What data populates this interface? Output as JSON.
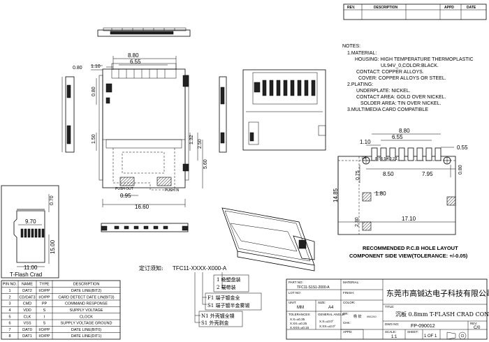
{
  "revision_block": {
    "rev_header": "REV.",
    "description_header": "DESCRIPTION",
    "appd_header": "APPD",
    "date_header": "DATE"
  },
  "notes": {
    "title": "NOTES:",
    "lines": [
      "1.MATERIAL:",
      "HOUSING: HIGH TEMPERATURE THERMOPLASTIC",
      "UL94V_0,COLOR:BLACK.",
      "CONTACT: COPPER ALLOYS.",
      "COVER: COPPER ALLOYS OR STEEL.",
      "2.PLATING:",
      "UNDERPLATE: NICKEL.",
      "CONTACT AREA: GOLD OVER NICKEL.",
      "SOLDER AREA: TIN OVER NICKEL.",
      "3.MULTIMEDIA CARD COMPATIBLE"
    ]
  },
  "top_view_dims": {
    "d_880": "8.80",
    "d_655": "6.55",
    "d_110": "1.10",
    "d_080_left": "0.80",
    "d_080_side": "0.80",
    "d_150": "1.50",
    "d_132": "1.32",
    "d_250": "2.50",
    "d_560": "5.60",
    "d_095": "0.95",
    "d_1660": "16.60",
    "push_out": "PUSH OUT",
    "push_in": "PUSH IN"
  },
  "pcb_layout": {
    "d_880": "8.80",
    "d_655": "6.55",
    "d_110": "1.10",
    "d_055": "0.55",
    "d_850": "8.50",
    "d_795": "7.95",
    "d_075": "0.75",
    "d_080": "0.80",
    "d_1485": "14.85",
    "d_180": "1.80",
    "d_230": "2.30",
    "d_1710": "17.10",
    "pin_numbers": "8 7 6 5 4 3 2 1",
    "dummy_label": "D8",
    "caption_line1": "RECOMMENDED P.C.B HOLE LAYOUT",
    "caption_line2": "COMPONENT SIDE VIEW(TOLERANCE: +/-0.05)"
  },
  "card": {
    "d_970": "9.70",
    "d_070": "0.70",
    "d_1500": "15.00",
    "d_1100": "11.00",
    "name": "T-Flash Crad"
  },
  "order_code": {
    "label": "定订须知:",
    "code": "TFC11-XXXX-X000-A",
    "opt1": "1 吸塑盘装",
    "opt2": "2 载带装",
    "opt3": "F1 端子镀金全",
    "opt4": "S1 端子镀半金雾锡",
    "opt5": "N1 外壳镀全镍",
    "opt6": "S1 外壳剥金"
  },
  "pin_table": {
    "headers": [
      "PIN NO.",
      "NAME",
      "TYPE",
      "DESCRIPTION"
    ],
    "rows": [
      [
        "1",
        "DAT2",
        "I/O/PP",
        "DATE LINE(BIT2)"
      ],
      [
        "2",
        "CD/DAT3",
        "I/O/PP",
        "CARD DETECT DATE LIN(BIT3)"
      ],
      [
        "3",
        "CMD",
        "PP",
        "COMMAND RESPONSE"
      ],
      [
        "4",
        "VDD",
        "S",
        "SUPPLY VOLTAGE"
      ],
      [
        "5",
        "CLK",
        "I",
        "CLOCK"
      ],
      [
        "6",
        "VSS",
        "S",
        "SUPPLY VOLTAGE GROUND"
      ],
      [
        "7",
        "DAT0",
        "I/O/PP",
        "DATE LINE(BIT0)"
      ],
      [
        "8",
        "DAT1",
        "I/O/PP",
        "DATE LINE(DIT1)"
      ]
    ]
  },
  "title_block": {
    "part_no_label": "PART NO:",
    "part_no": "TFC11-S1S1-2000-A",
    "material_label": "MATERIAL:",
    "lot_no_label": "LOT NO:",
    "finish_label": "FINISH:",
    "unit_label": "UNIT:",
    "unit": "MM",
    "size_label": "SIZE:",
    "size": "A4",
    "color_label": "COLOR:",
    "company": "东莞市高铖达电子科技有限公司",
    "tolerances_label": "TOLERANCES:",
    "tol1": "X.X=±0.35",
    "tol2": "X.XX=±0.25",
    "tol3": "X.XXX=±0.15",
    "general_label": "GENERAL ANGLE:",
    "ang1": "X.X=±3.0°",
    "ang2": "X.XX=±2.0°",
    "dr_label": "DR:",
    "dr_name": "杨 钦",
    "dr_date": "09/12/10",
    "title_label": "TITLE:",
    "title": "沉板 0.8mm T-FLASH CRAD CONN",
    "chk_label": "CHK:",
    "appd_label": "APPD:",
    "dwg_label": "DWG NO:",
    "dwg_no": "FP-090012",
    "rev_label": "REV:",
    "rev": "C/0",
    "scale_label": "SCALE:",
    "scale": "1:1",
    "sheet_label": "SHEET:",
    "sheet": "1 OF 1"
  }
}
